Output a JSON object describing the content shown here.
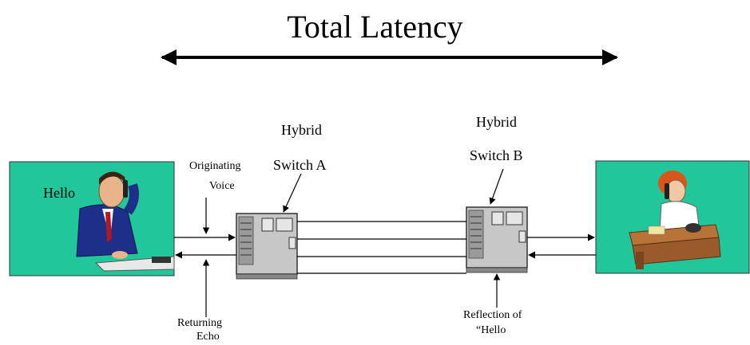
{
  "title": "Total Latency",
  "left_panel": {
    "label": "Hello",
    "figure_icon": "man-on-phone-at-desk-icon"
  },
  "right_panel": {
    "figure_icon": "woman-on-phone-at-desk-icon"
  },
  "switch_a": {
    "line1": "Hybrid",
    "line2": "Switch A",
    "icon": "server-cabinet-icon"
  },
  "switch_b": {
    "line1": "Hybrid",
    "line2": "Switch B",
    "icon": "server-cabinet-icon"
  },
  "originating": {
    "line1": "Originating",
    "line2": "Voice"
  },
  "returning": {
    "line1": "Returning",
    "line2": "Echo"
  },
  "reflection": {
    "line1": "Reflection of",
    "line2": "“Hello"
  },
  "colors": {
    "panel": "#21c79a",
    "cabinet": "#c7c7c7",
    "suit": "#1e2f8a",
    "tie": "#b0182a",
    "skin": "#e9b48a",
    "desk": "#9a5a2c"
  }
}
